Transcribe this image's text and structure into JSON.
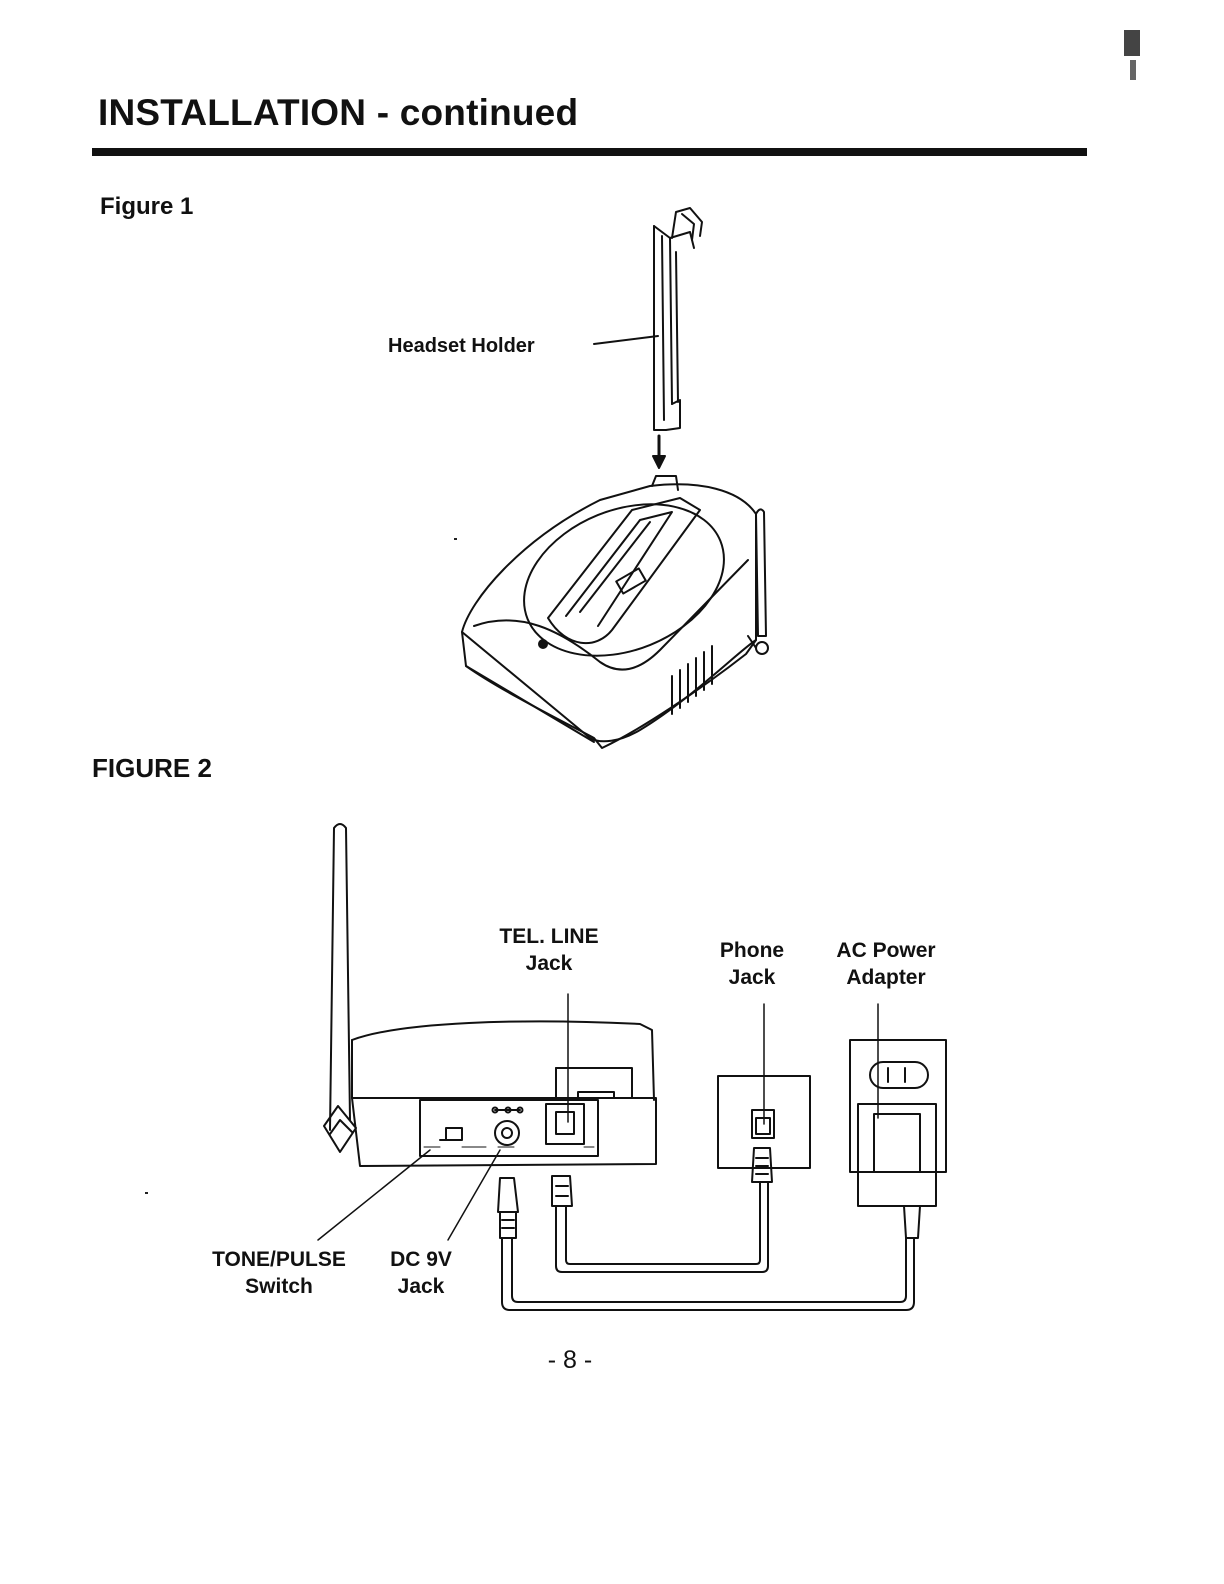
{
  "header": {
    "title": "INSTALLATION - continued"
  },
  "figure1": {
    "label": "Figure 1",
    "callouts": {
      "headset_holder": "Headset Holder"
    }
  },
  "figure2": {
    "label": "FIGURE 2",
    "callouts": {
      "tel_line_jack": [
        "TEL. LINE",
        "Jack"
      ],
      "phone_jack": [
        "Phone",
        "Jack"
      ],
      "ac_power_adapter": [
        "AC Power",
        "Adapter"
      ],
      "tone_pulse_switch": [
        "TONE/PULSE",
        "Switch"
      ],
      "dc_9v_jack": [
        "DC 9V",
        "Jack"
      ]
    }
  },
  "footer": {
    "page_number": "- 8 -"
  }
}
